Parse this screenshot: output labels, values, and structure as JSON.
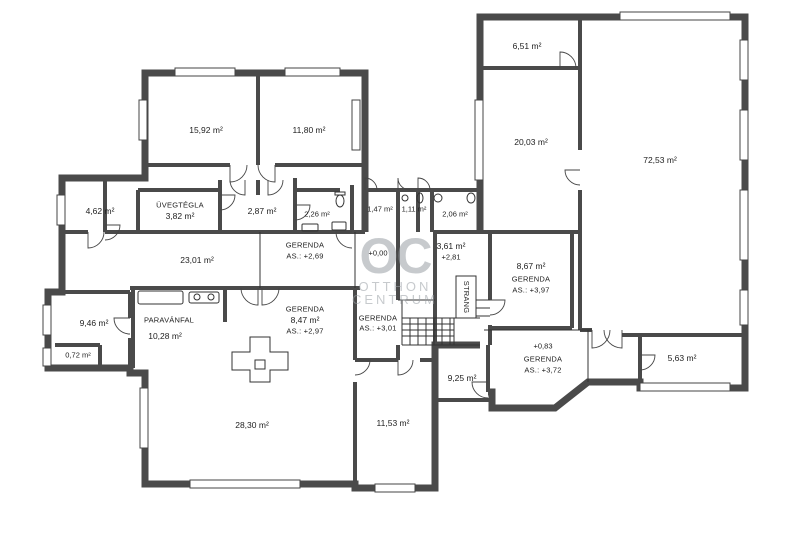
{
  "areas": {
    "r_651": "6,51 m²",
    "r_7253": "72,53 m²",
    "r_2003": "20,03 m²",
    "r_1592": "15,92 m²",
    "r_1180": "11,80 m²",
    "r_462": "4,62 m²",
    "r_382": "3,82 m²",
    "r_287": "2,87 m²",
    "r_226": "2,26 m²",
    "r_147": "1,47 m²",
    "r_111": "1,11 m²",
    "r_206": "2,06 m²",
    "r_2301": "23,01 m²",
    "r_361": "3,61 m²",
    "r_867": "8,67 m²",
    "r_946": "9,46 m²",
    "r_072": "0,72 m²",
    "r_1028": "10,28 m²",
    "r_847": "8,47 m²",
    "r_2830": "28,30 m²",
    "r_925": "9,25 m²",
    "r_563": "5,63 m²",
    "r_1153": "11,53 m²"
  },
  "notes": {
    "uvegtegla": "ÜVEGTÉGLA",
    "paravanfal": "PARAVÁNFAL",
    "gerenda": "GERENDA",
    "strang": "STRANG",
    "lvl_000": "+0,00",
    "lvl_281": "+2,81",
    "lvl_083": "+0,83",
    "as_269": "AS.: +2,69",
    "as_297": "AS.: +2,97",
    "as_301": "AS.: +3,01",
    "as_397": "AS.: +3,97",
    "as_372": "AS.: +3,72"
  },
  "watermark": {
    "mark": "OC",
    "line1": "OTTHON",
    "line2": "CENTRUM"
  },
  "colors": {
    "wall": "#4a4a4a",
    "wall_fill": "#ffffff",
    "line": "#333333",
    "watermark": "#9aa0a6"
  }
}
